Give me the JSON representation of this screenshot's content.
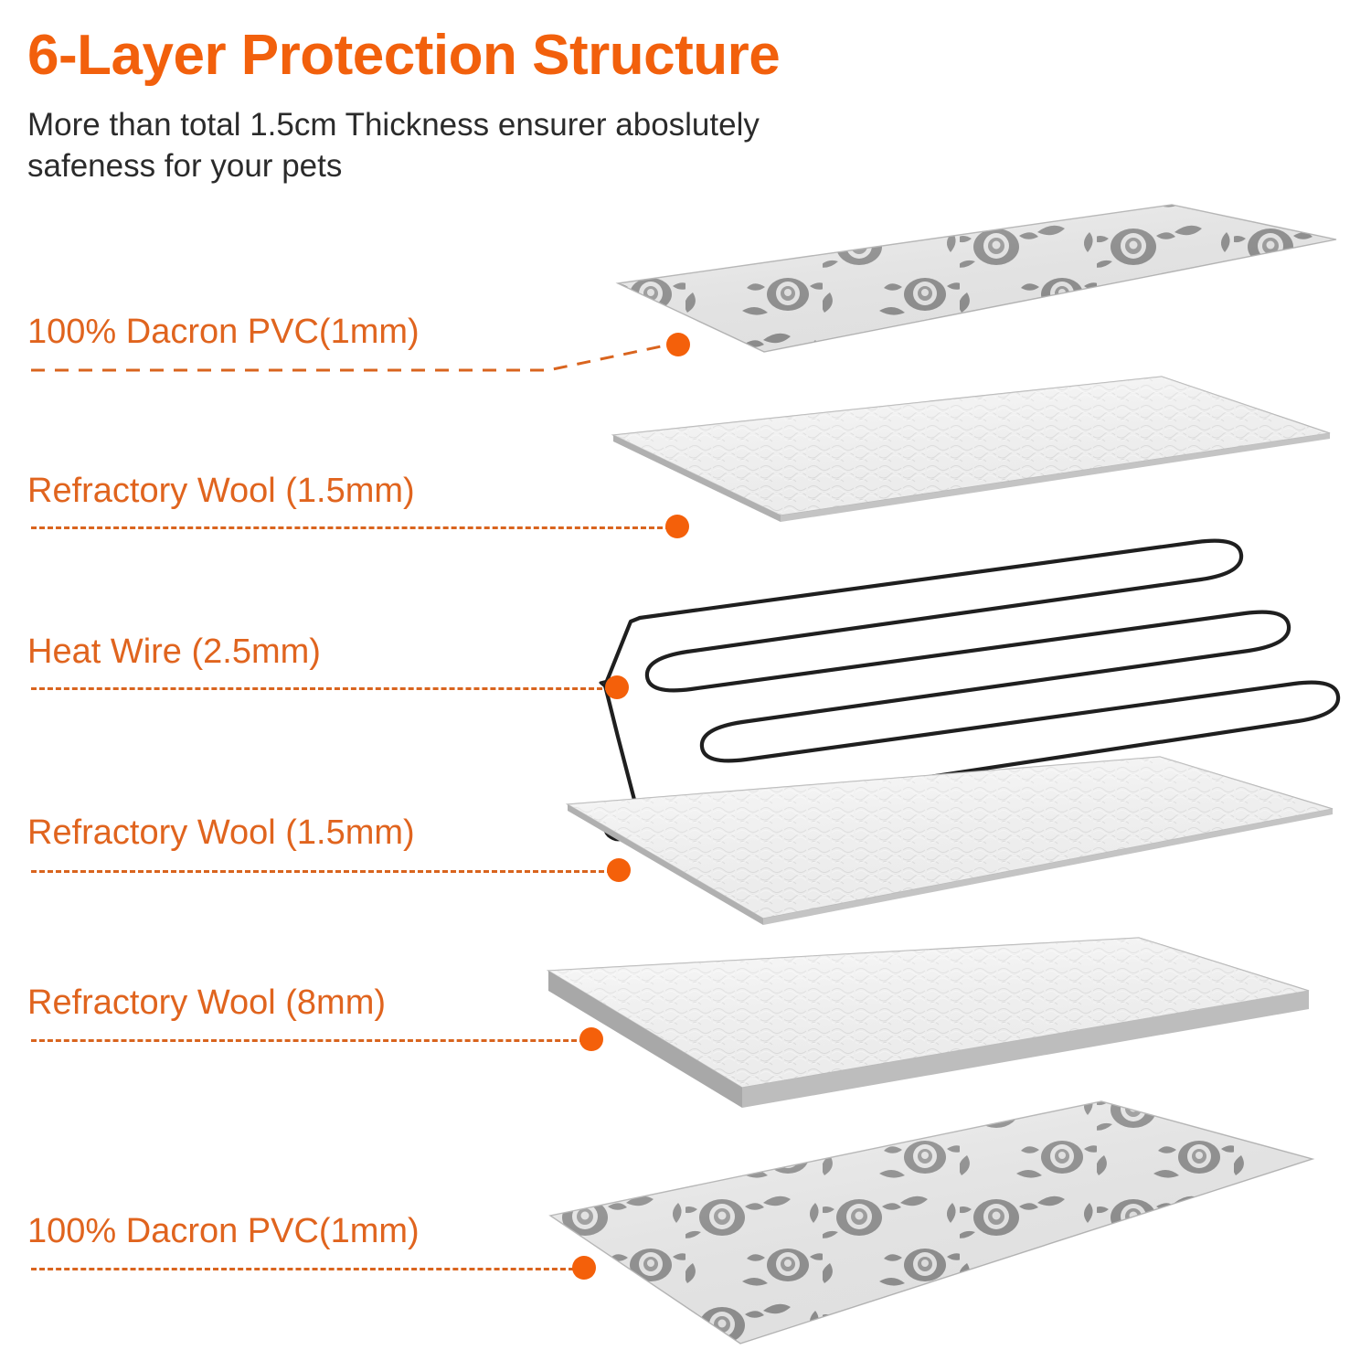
{
  "header": {
    "title": "6-Layer Protection Structure",
    "subtitle": "More than total 1.5cm Thickness ensurer aboslutely safeness for your pets"
  },
  "colors": {
    "title_orange": "#F2600C",
    "label_orange": "#E0641E",
    "dot_orange": "#F4600A",
    "dash_orange": "#D9641E",
    "subtitle_gray": "#2B2B2B",
    "fabric_gray": "#9A9A9A",
    "wool_white": "#F4F4F4",
    "wire_black": "#1A1A1A",
    "background": "#FFFFFF"
  },
  "layers": [
    {
      "id": "layer-pvc-top",
      "label": "100% Dacron PVC(1mm)",
      "material": "dacron-pvc",
      "thickness": "1mm",
      "texture": "rose-floral-fabric",
      "index": 1
    },
    {
      "id": "layer-wool-upper",
      "label": "Refractory Wool (1.5mm)",
      "material": "refractory-wool",
      "thickness": "1.5mm",
      "texture": "fibrous-wool-sheet",
      "index": 2
    },
    {
      "id": "layer-heat-wire",
      "label": "Heat Wire (2.5mm)",
      "material": "heat-wire",
      "thickness": "2.5mm",
      "texture": "serpentine-wire",
      "index": 3
    },
    {
      "id": "layer-wool-mid",
      "label": "Refractory Wool (1.5mm)",
      "material": "refractory-wool",
      "thickness": "1.5mm",
      "texture": "fibrous-wool-sheet",
      "index": 4
    },
    {
      "id": "layer-wool-thick",
      "label": "Refractory Wool (8mm)",
      "material": "refractory-wool",
      "thickness": "8mm",
      "texture": "fibrous-wool-sheet",
      "index": 5
    },
    {
      "id": "layer-pvc-bottom",
      "label": "100% Dacron PVC(1mm)",
      "material": "dacron-pvc",
      "thickness": "1mm",
      "texture": "rose-floral-fabric",
      "index": 6
    }
  ]
}
